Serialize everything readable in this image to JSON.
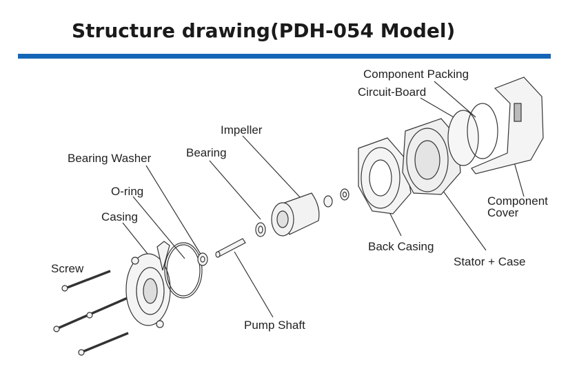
{
  "title": "Structure drawing(PDH-054 Model)",
  "accent_color": "#1565b7",
  "labels": {
    "component_packing": "Component Packing",
    "circuit_board": "Circuit-Board",
    "impeller": "Impeller",
    "bearing": "Bearing",
    "bearing_washer": "Bearing Washer",
    "o_ring": "O-ring",
    "casing": "Casing",
    "screw": "Screw",
    "pump_shaft": "Pump Shaft",
    "back_casing": "Back Casing",
    "stator_case": "Stator + Case",
    "component_cover_line1": "Component",
    "component_cover_line2": "Cover"
  }
}
